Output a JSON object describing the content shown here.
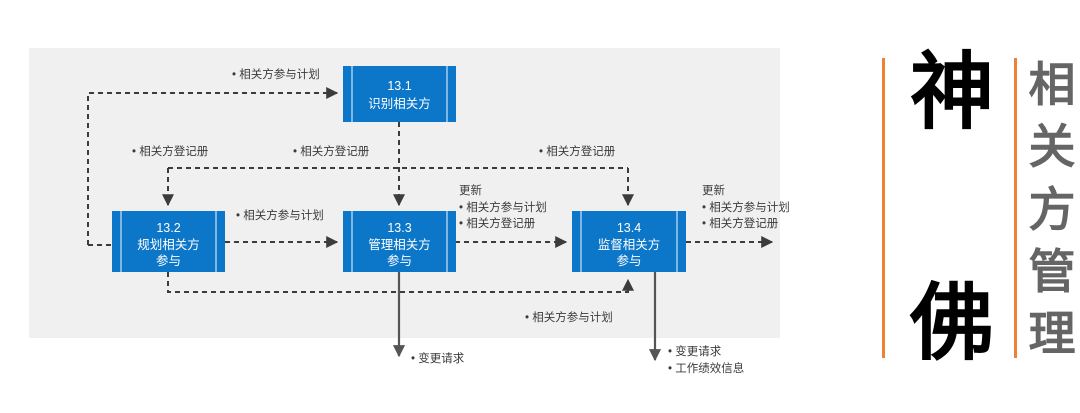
{
  "diagram": {
    "title_semantic": "stakeholder-management-process-flow",
    "background_color": "#f0f0f0",
    "process_color": "#0c76c8",
    "arrow_color": "#3c3c3c",
    "processes": [
      {
        "id": "13.1",
        "number": "13.1",
        "line1": "识别相关方",
        "line2": ""
      },
      {
        "id": "13.2",
        "number": "13.2",
        "line1": "规划相关方",
        "line2": "参与"
      },
      {
        "id": "13.3",
        "number": "13.3",
        "line1": "管理相关方",
        "line2": "参与"
      },
      {
        "id": "13.4",
        "number": "13.4",
        "line1": "监督相关方",
        "line2": "参与"
      }
    ],
    "labels": {
      "top_plan": "• 相关方参与计划",
      "register_left": "• 相关方登记册",
      "register_mid": "• 相关方登记册",
      "register_right": "• 相关方登记册",
      "plan_between_2_3": "• 相关方参与计划",
      "update_head_mid": "更新",
      "update_mid_item1": "• 相关方参与计划",
      "update_mid_item2": "• 相关方登记册",
      "update_head_right": "更新",
      "update_right_item1": "• 相关方参与计划",
      "update_right_item2": "• 相关方登记册",
      "feedback_plan_bottom": "• 相关方参与计划",
      "change_request_133": "• 变更请求",
      "change_request_134": "• 变更请求",
      "work_performance_134": "• 工作绩效信息"
    }
  },
  "stamp": {
    "brand_chars": [
      "神",
      "佛"
    ],
    "title_chars": [
      "相",
      "关",
      "方",
      "管",
      "理"
    ],
    "accent_color": "#ef8037",
    "brand_color": "#000000",
    "title_color": "#656565"
  }
}
